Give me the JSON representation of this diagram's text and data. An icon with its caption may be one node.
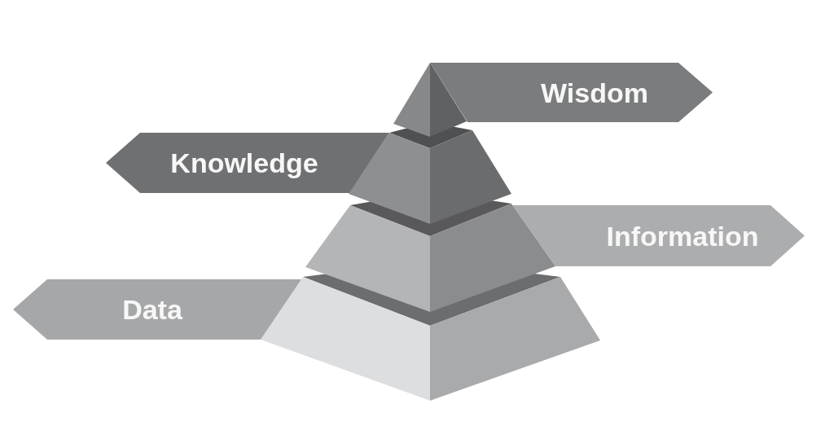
{
  "diagram": {
    "nodes": [
      {
        "text": [
          "Wisdom"
        ]
      },
      {
        "text": [
          "Knowledge"
        ]
      },
      {
        "text": [
          "Information"
        ]
      },
      {
        "text": [
          "Data"
        ]
      }
    ]
  }
}
